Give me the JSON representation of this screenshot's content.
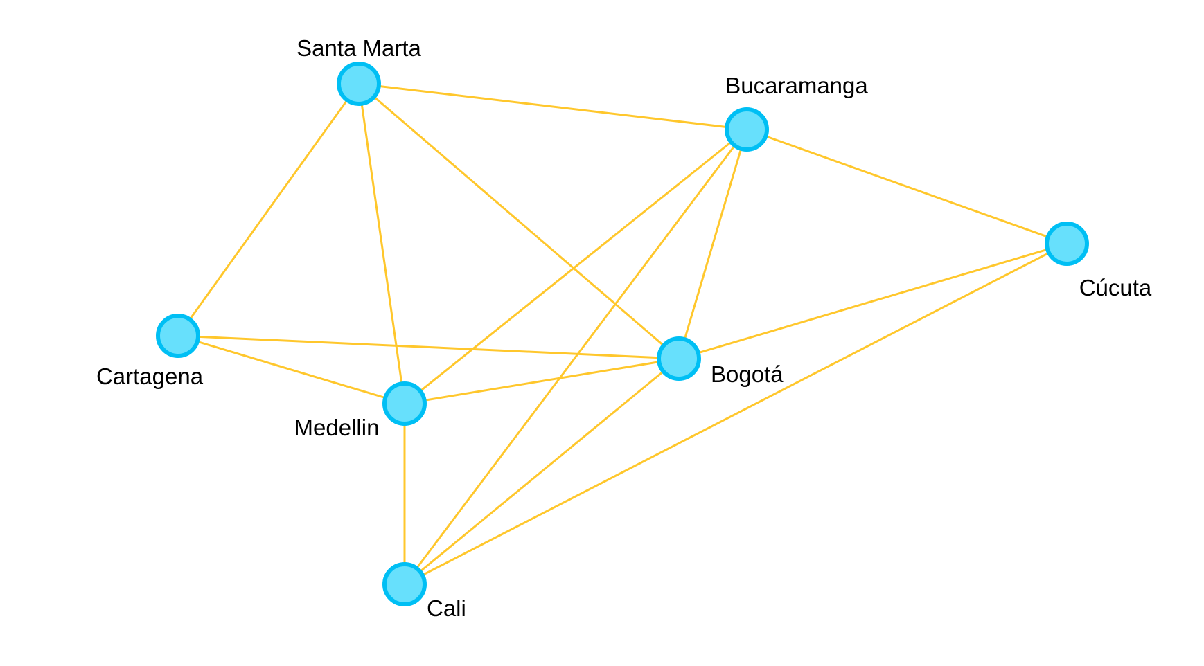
{
  "colors": {
    "edge": "#FFC72C",
    "node_fill": "#67E0FC",
    "node_stroke": "#00BFF4",
    "label": "#000000"
  },
  "graph": {
    "nodes": [
      {
        "id": "santa-marta",
        "label": "Santa Marta"
      },
      {
        "id": "bucaramanga",
        "label": "Bucaramanga"
      },
      {
        "id": "cucuta",
        "label": "Cúcuta"
      },
      {
        "id": "cartagena",
        "label": "Cartagena"
      },
      {
        "id": "bogota",
        "label": "Bogotá"
      },
      {
        "id": "medellin",
        "label": "Medellin"
      },
      {
        "id": "cali",
        "label": "Cali"
      }
    ],
    "edges": [
      [
        "santa-marta",
        "bucaramanga"
      ],
      [
        "santa-marta",
        "cartagena"
      ],
      [
        "santa-marta",
        "medellin"
      ],
      [
        "santa-marta",
        "bogota"
      ],
      [
        "bucaramanga",
        "cucuta"
      ],
      [
        "bucaramanga",
        "medellin"
      ],
      [
        "bucaramanga",
        "cali"
      ],
      [
        "bucaramanga",
        "bogota"
      ],
      [
        "cucuta",
        "bogota"
      ],
      [
        "cucuta",
        "cali"
      ],
      [
        "cartagena",
        "bogota"
      ],
      [
        "cartagena",
        "medellin"
      ],
      [
        "medellin",
        "bogota"
      ],
      [
        "medellin",
        "cali"
      ],
      [
        "bogota",
        "cali"
      ]
    ]
  }
}
